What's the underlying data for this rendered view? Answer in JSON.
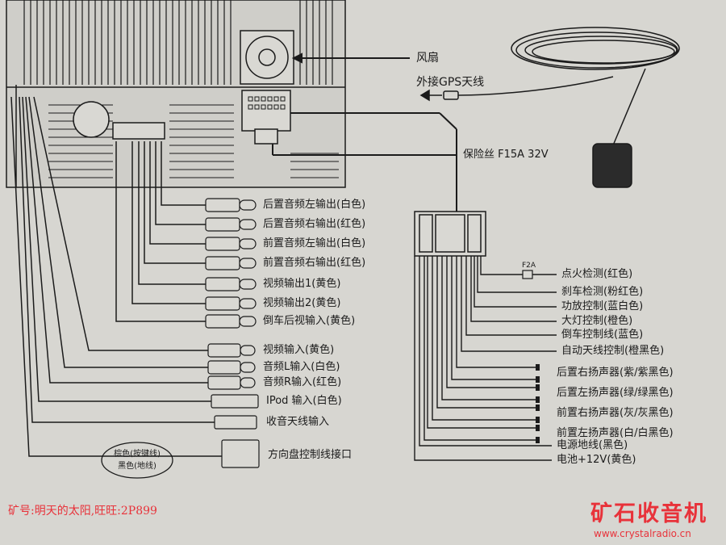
{
  "unit": {
    "fan_label": "风扇",
    "gps_label": "外接GPS天线",
    "fuse_label": "保险丝 F15A 32V"
  },
  "rca_outputs": [
    "后置音频左输出(白色)",
    "后置音频右输出(红色)",
    "前置音频左输出(白色)",
    "前置音频右输出(红色)",
    "视频输出1(黄色)",
    "视频输出2(黄色)",
    "倒车后视输入(黄色)"
  ],
  "inputs": [
    "视频输入(黄色)",
    "音频L输入(白色)",
    "音频R输入(红色)",
    "IPod 输入(白色)",
    "收音天线输入",
    "方向盘控制线接口"
  ],
  "steering_wires": {
    "line1": "棕色(按键线)",
    "line2": "黑色(地线)"
  },
  "harness": {
    "fuse_tag": "F2A",
    "wires": [
      "点火检测(红色)",
      "刹车检测(粉红色)",
      "功放控制(蓝白色)",
      "大灯控制(橙色)",
      "倒车控制线(蓝色)",
      "自动天线控制(橙黑色)"
    ],
    "speakers": [
      "后置右扬声器(紫/紫黑色)",
      "后置左扬声器(绿/绿黑色)",
      "前置右扬声器(灰/灰黑色)",
      "前置左扬声器(白/白黑色)"
    ],
    "power": [
      "电源地线(黑色)",
      "电池+12V(黄色)"
    ]
  },
  "watermark": {
    "left_text": "矿号:明天的太阳,旺旺:2P899",
    "logo_text": "矿石收音机",
    "logo_url": "www.crystalradio.cn"
  },
  "colors": {
    "background": "#d7d6d1",
    "ink": "#1b1b1b",
    "watermark": "#e8323a"
  }
}
